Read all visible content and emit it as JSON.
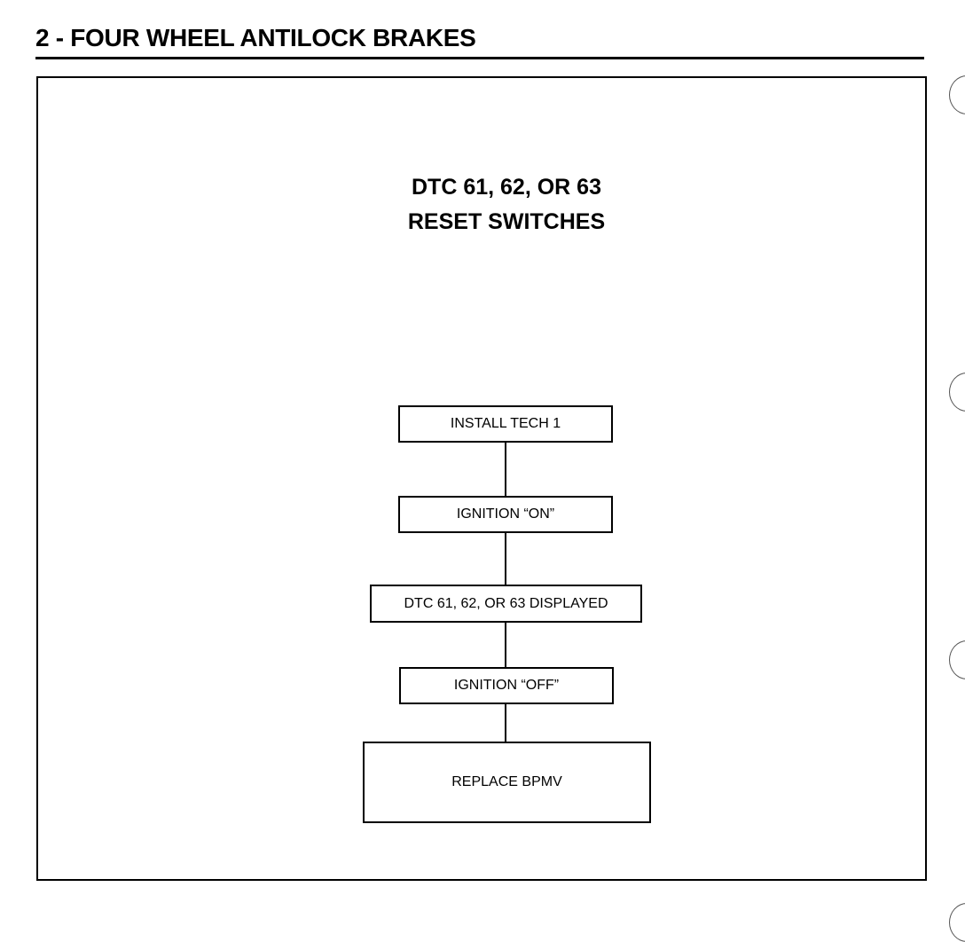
{
  "header": {
    "section_title": "2 - FOUR WHEEL ANTILOCK BRAKES"
  },
  "chart": {
    "title_line1": "DTC 61, 62, OR 63",
    "title_line2": "RESET SWITCHES"
  },
  "flowchart": {
    "steps": [
      "INSTALL TECH 1",
      "IGNITION “ON”",
      "DTC 61, 62, OR 63 DISPLAYED",
      "IGNITION “OFF”",
      "REPLACE BPMV"
    ]
  }
}
